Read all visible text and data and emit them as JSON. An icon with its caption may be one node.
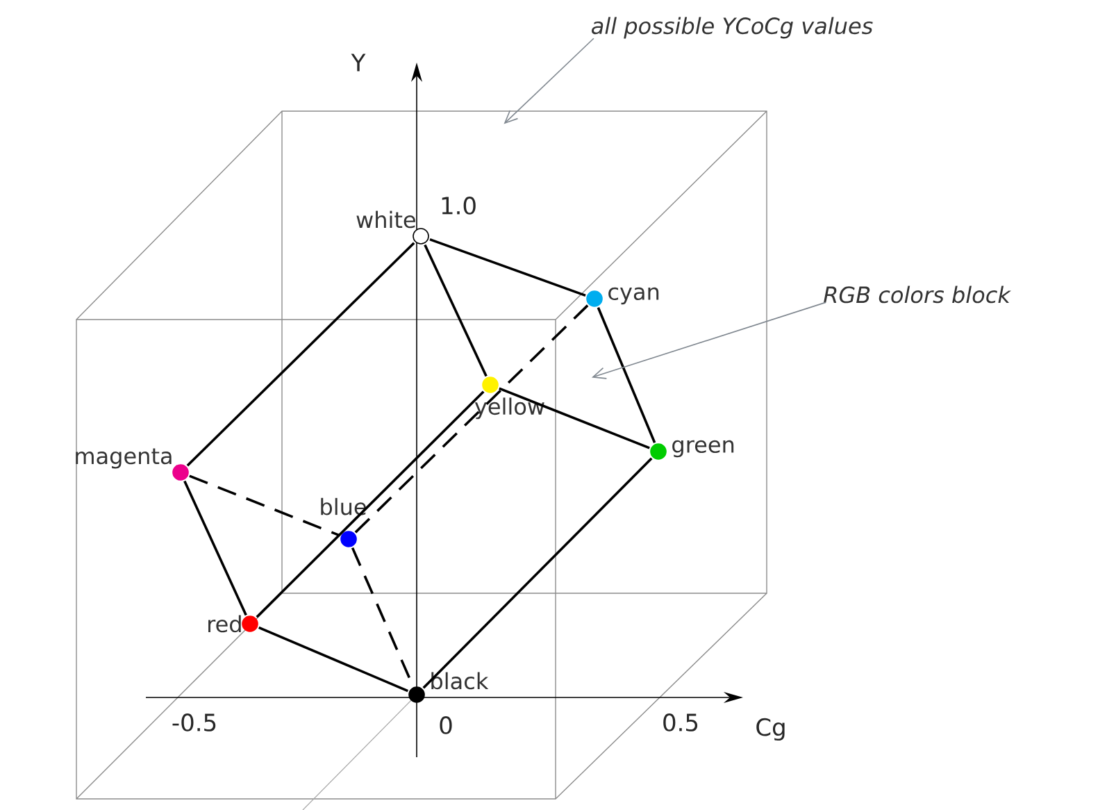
{
  "diagram": {
    "nodes": [
      {
        "text": [],
        "shape": "circle",
        "beside": [
          "white"
        ]
      },
      {
        "text": [],
        "shape": "circle",
        "beside": [
          "cyan"
        ]
      },
      {
        "text": [],
        "shape": "circle",
        "beside": [
          "yellow"
        ]
      },
      {
        "text": [],
        "shape": "circle",
        "beside": [
          "green"
        ]
      },
      {
        "text": [],
        "shape": "circle",
        "beside": [
          "magenta"
        ]
      },
      {
        "text": [],
        "shape": "circle",
        "beside": [
          "blue"
        ]
      },
      {
        "text": [],
        "shape": "circle",
        "beside": [
          "red"
        ]
      },
      {
        "text": [],
        "shape": "circle",
        "beside": [
          "black"
        ]
      },
      {
        "text": [
          "all possible YCoCg values"
        ]
      },
      {
        "text": [
          "RGB colors block"
        ]
      }
    ],
    "edges": [
      {
        "from": 0,
        "to": 1,
        "arrow": "none"
      },
      {
        "from": 0,
        "to": 2,
        "arrow": "none"
      },
      {
        "from": 0,
        "to": 4,
        "arrow": "none"
      },
      {
        "from": 1,
        "to": 3,
        "arrow": "none"
      },
      {
        "from": 2,
        "to": 3,
        "arrow": "none"
      },
      {
        "from": 2,
        "to": 6,
        "arrow": "none"
      },
      {
        "from": 4,
        "to": 6,
        "arrow": "none"
      },
      {
        "from": 6,
        "to": 7,
        "arrow": "none"
      },
      {
        "from": 7,
        "to": 3,
        "arrow": "none"
      },
      {
        "from": 4,
        "to": 5,
        "arrow": "none",
        "style": "dashed"
      },
      {
        "from": 5,
        "to": 7,
        "arrow": "none",
        "style": "dashed"
      },
      {
        "from": 5,
        "to": 1,
        "arrow": "none",
        "style": "dashed"
      },
      {
        "from": 8,
        "to": null,
        "arrow": "to",
        "color": "#808890"
      },
      {
        "from": 9,
        "to": null,
        "arrow": "to",
        "color": "#808890"
      }
    ],
    "labels": [
      "Y",
      "1.0",
      "-0.5",
      "0",
      "0.5",
      "Cg"
    ]
  }
}
